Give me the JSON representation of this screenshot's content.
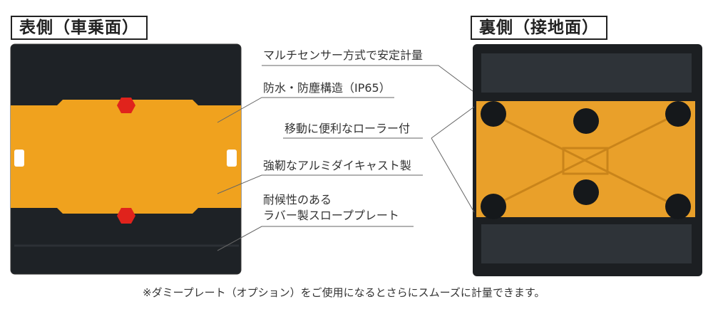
{
  "titles": {
    "front": "表側（車乗面）",
    "back": "裏側（接地面）"
  },
  "callouts": [
    "マルチセンサー方式で安定計量",
    "防水・防塵構造（IP65）",
    "移動に便利なローラー付",
    "強靭なアルミダイキャスト製",
    "耐候性のある",
    "ラバー製スローププレート"
  ],
  "footnote": "※ダミープレート（オプション）をご使用になるとさらにスムーズに計量できます。",
  "colors": {
    "rubber": "#1e2226",
    "aluminum_orange": "#f0a21e",
    "marker_red": "#e0231c"
  }
}
